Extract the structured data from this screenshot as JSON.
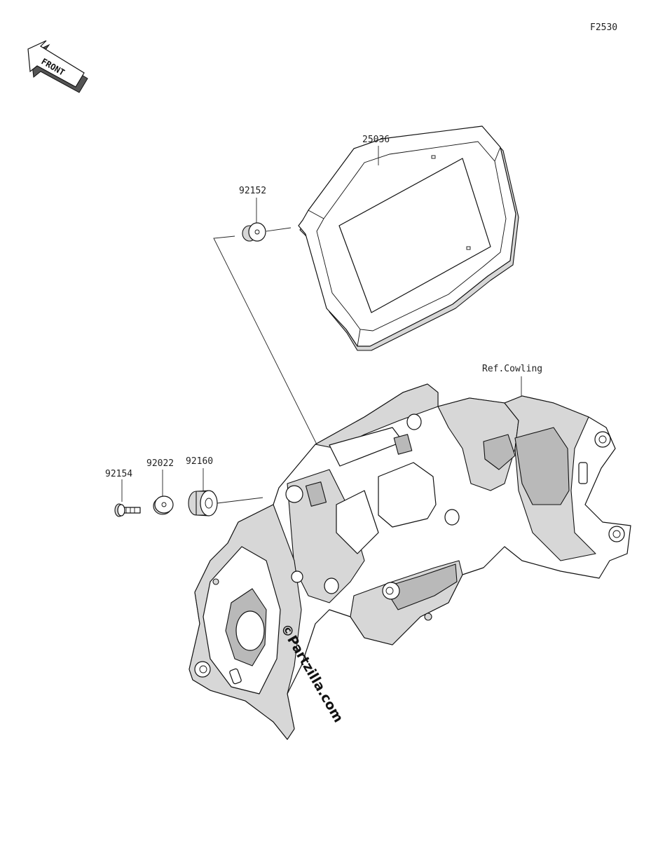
{
  "figure_code": "F2530",
  "front_arrow_label": "FRONT",
  "parts": {
    "meter_assy": "25036",
    "damper_top": "92152",
    "damper": "92160",
    "washer": "92022",
    "bolt": "92154"
  },
  "reference_label": "Ref.Cowling",
  "watermark": "©Partzilla.com"
}
